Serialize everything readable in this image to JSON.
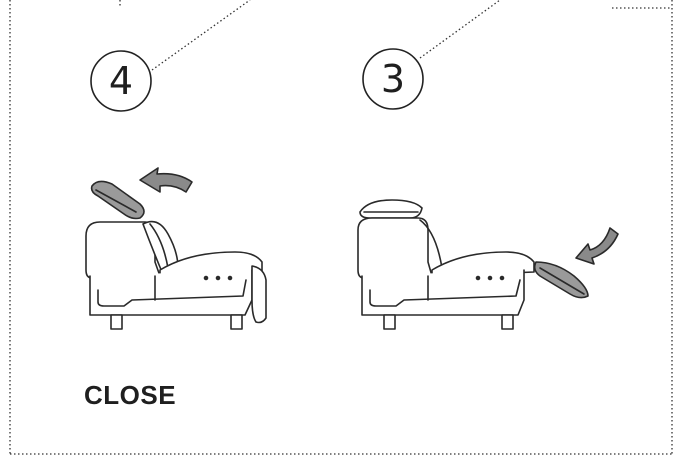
{
  "steps": [
    {
      "number": "4"
    },
    {
      "number": "3"
    }
  ],
  "caption": "CLOSE",
  "icons": [
    "recliner-headrest-raise-diagram",
    "recliner-footrest-close-diagram",
    "curved-arrow-icon"
  ],
  "colors": {
    "line": "#2a2a2a",
    "cushion_fill": "#9a9a9a",
    "arrow_fill": "#8a8a8a",
    "border": "#333333"
  }
}
